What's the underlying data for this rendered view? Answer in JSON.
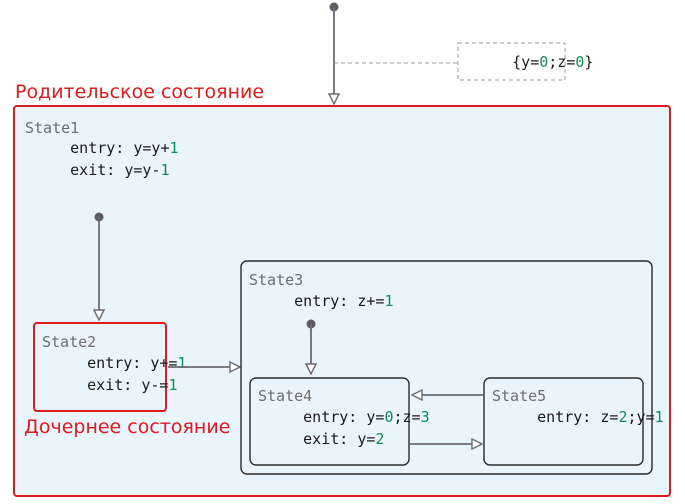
{
  "labels": {
    "parent_state": "Родительское состояние",
    "child_state": "Дочернее состояние"
  },
  "top_action": {
    "text_open": "{y=",
    "text_v1": "0",
    "text_sep": ";z=",
    "text_v2": "0",
    "text_close": "}"
  },
  "states": {
    "state1": {
      "name": "State1",
      "entry_kw": "entry:",
      "entry_code": " y=y+",
      "entry_num": "1",
      "exit_kw": "exit:",
      "exit_code": " y=y-",
      "exit_num": "1"
    },
    "state2": {
      "name": "State2",
      "entry_kw": "entry:",
      "entry_code": " y+=",
      "entry_num": "1",
      "exit_kw": "exit:",
      "exit_code": " y-=",
      "exit_num": "1"
    },
    "state3": {
      "name": "State3",
      "entry_kw": "entry:",
      "entry_code": " z+=",
      "entry_num": "1"
    },
    "state4": {
      "name": "State4",
      "entry_kw": "entry:",
      "entry_code1": " y=",
      "entry_num1": "0",
      "entry_code2": ";z=",
      "entry_num2": "3",
      "exit_kw": "exit:",
      "exit_code": " y=",
      "exit_num": "2"
    },
    "state5": {
      "name": "State5",
      "entry_kw": "entry:",
      "entry_code1": " z=",
      "entry_num1": "2",
      "entry_code2": ";y=",
      "entry_num2": "1"
    }
  },
  "colors": {
    "highlight": "#e0191c",
    "state_fill": "#eaf4fc",
    "arrow": "#6b6b75",
    "number": "#138a5a"
  }
}
